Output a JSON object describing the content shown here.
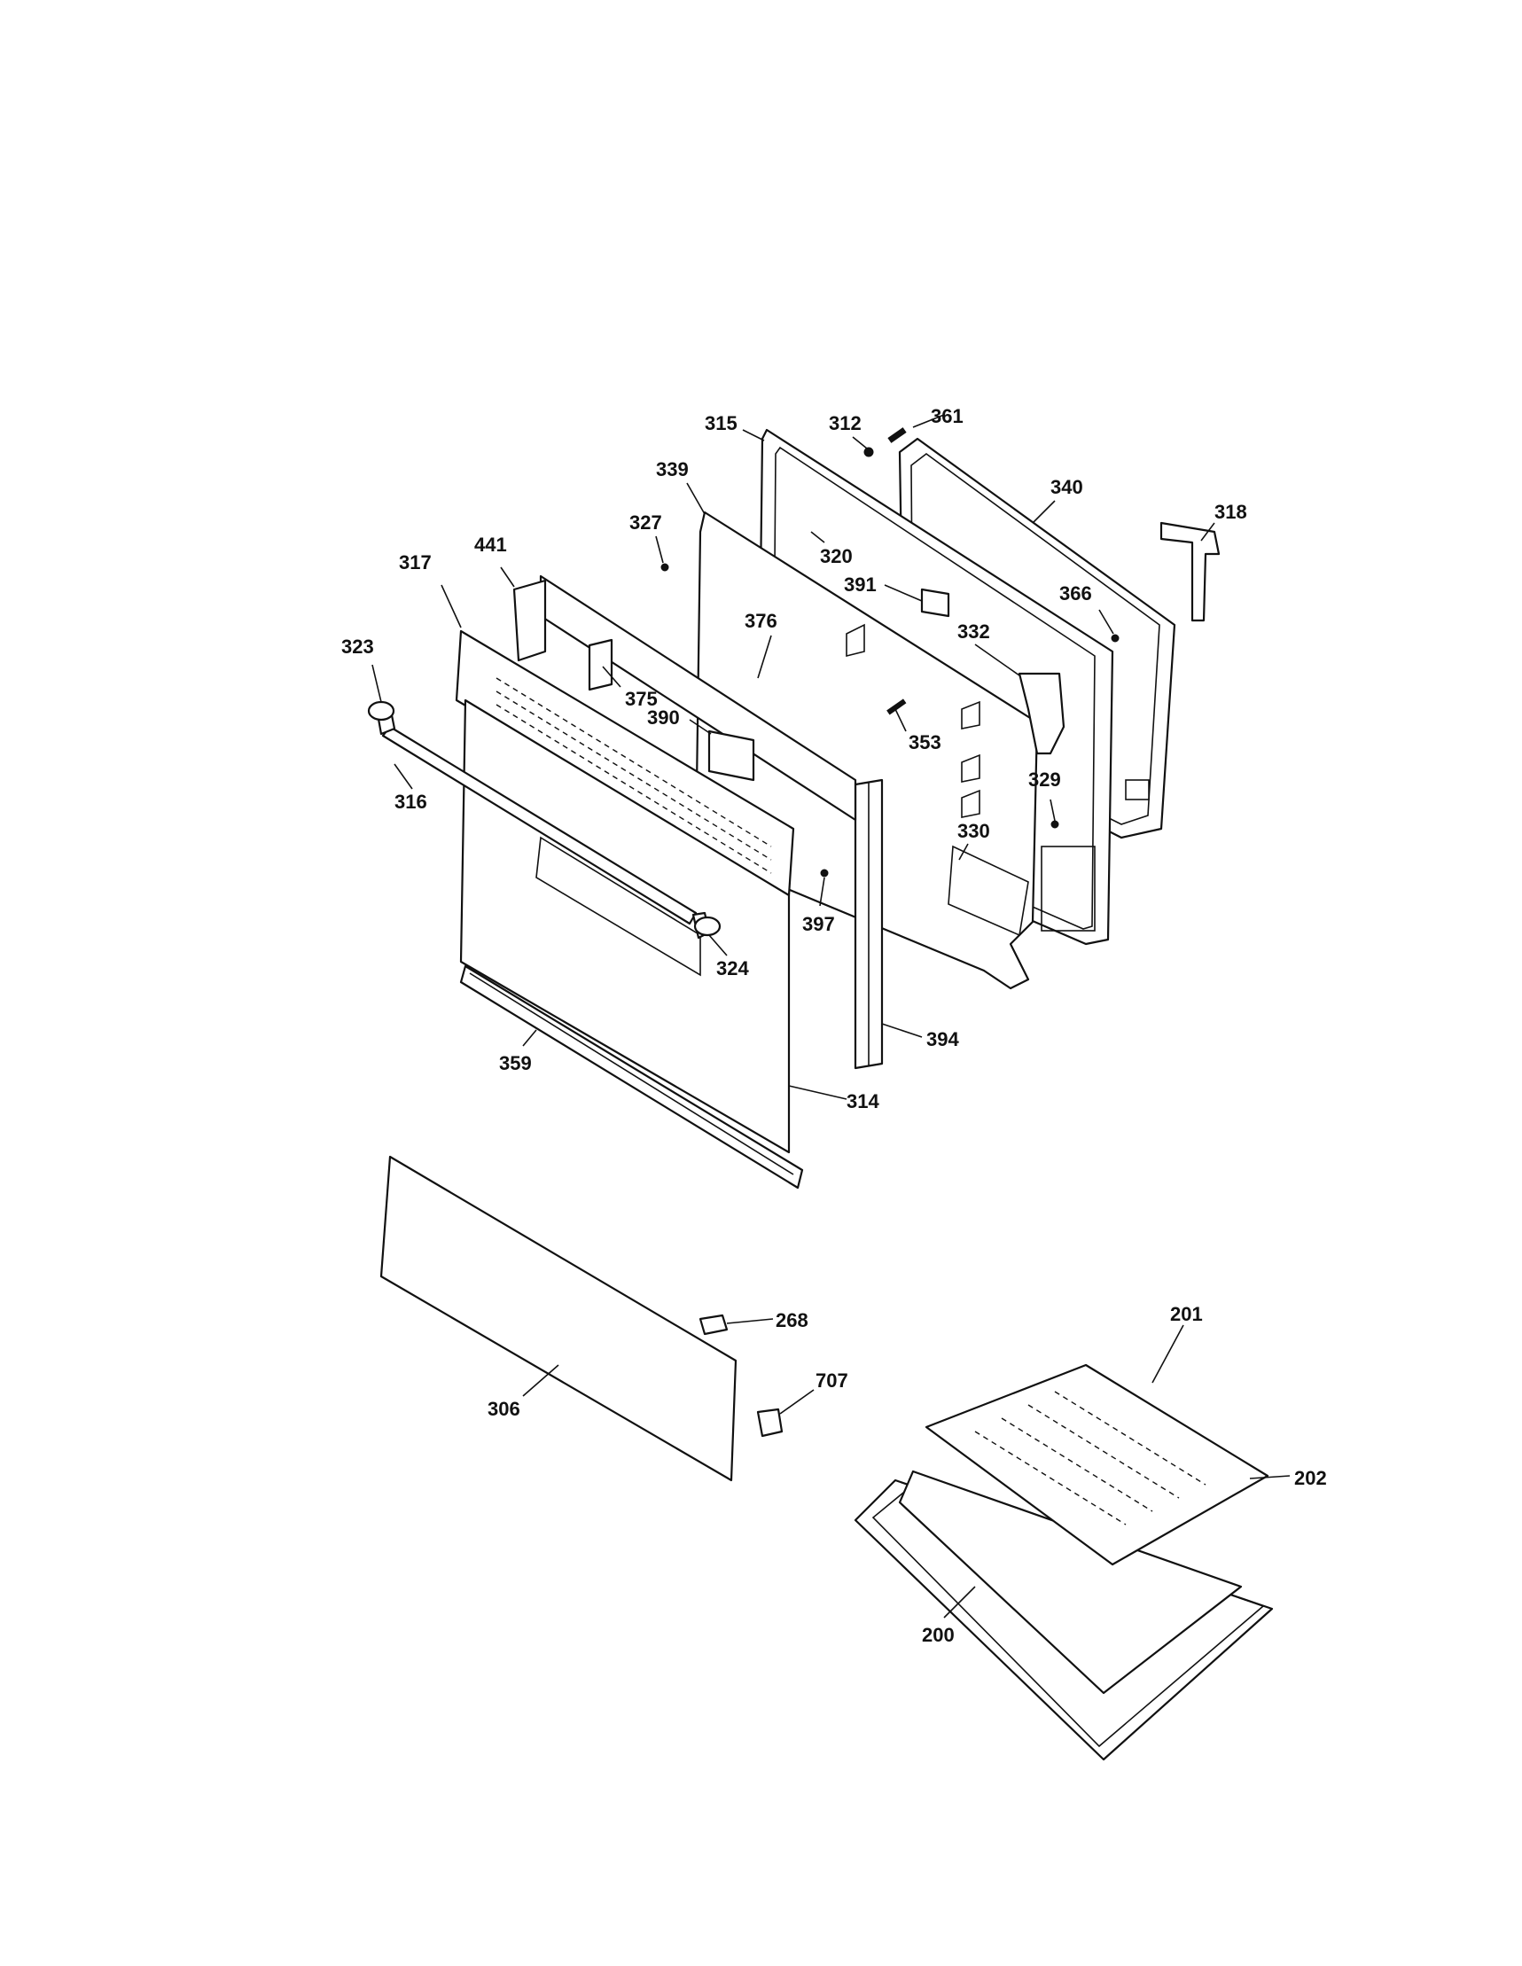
{
  "diagram": {
    "callouts": {
      "c315": "315",
      "c312": "312",
      "c361": "361",
      "c339": "339",
      "c340": "340",
      "c318": "318",
      "c327": "327",
      "c320": "320",
      "c441": "441",
      "c317": "317",
      "c391": "391",
      "c366": "366",
      "c376": "376",
      "c332": "332",
      "c323": "323",
      "c375": "375",
      "c390": "390",
      "c353": "353",
      "c316": "316",
      "c329": "329",
      "c330": "330",
      "c397": "397",
      "c324": "324",
      "c394": "394",
      "c359": "359",
      "c314": "314",
      "c268": "268",
      "c707": "707",
      "c306": "306",
      "c201": "201",
      "c202": "202",
      "c200": "200"
    }
  }
}
